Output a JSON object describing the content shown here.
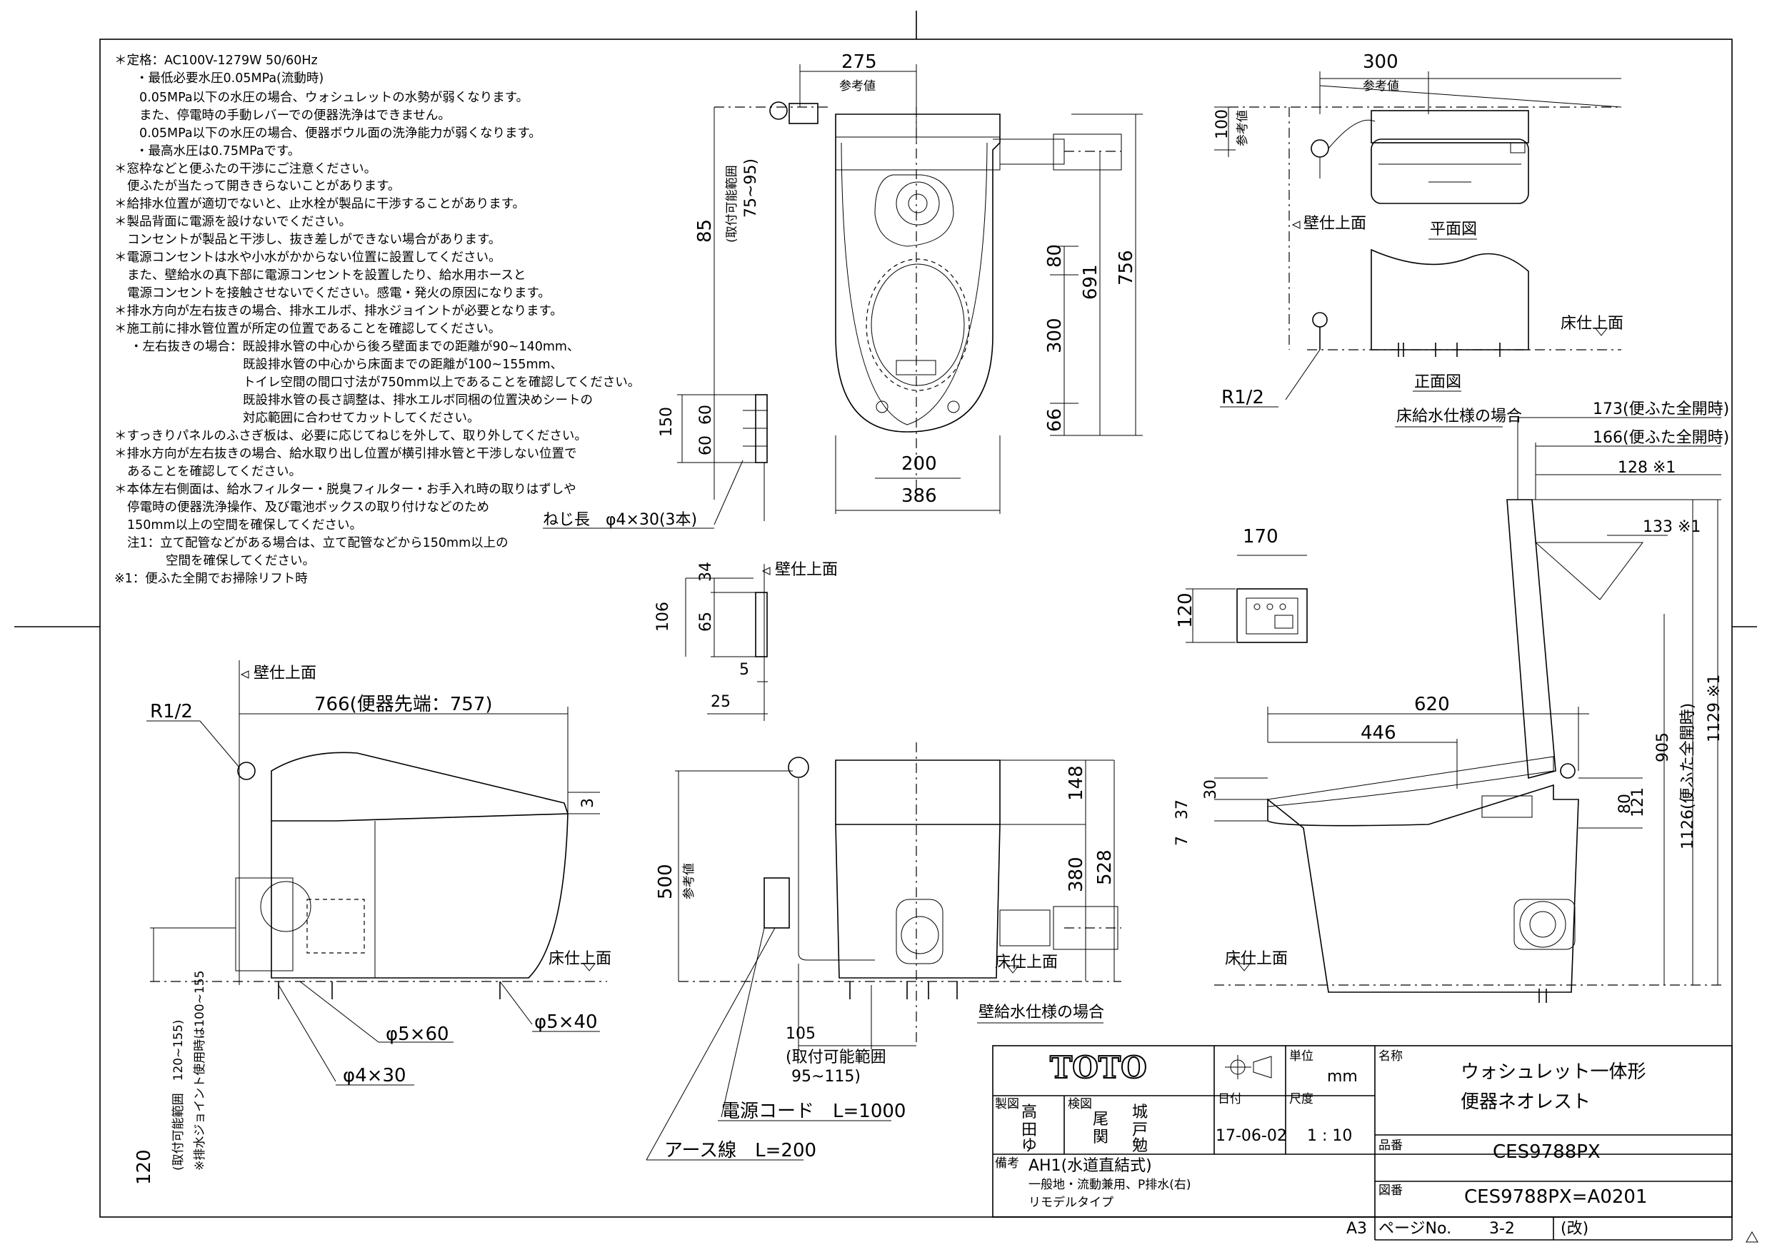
{
  "notes": [
    "＊定格：AC100V-1279W 50/60Hz",
    "・最低必要水圧0.05MPa(流動時)",
    "0.05MPa以下の水圧の場合、ウォシュレットの水勢が弱くなります。",
    "また、停電時の手動レバーでの便器洗浄はできません。",
    "0.05MPa以下の水圧の場合、便器ボウル面の洗浄能力が弱くなります。",
    "・最高水圧は0.75MPaです。",
    "＊窓枠などと便ふたの干渉にご注意ください。",
    "便ふたが当たって開ききらないことがあります。",
    "＊給排水位置が適切でないと、止水栓が製品に干渉することがあります。",
    "＊製品背面に電源を設けないでください。",
    "コンセントが製品と干渉し、抜き差しができない場合があります。",
    "＊電源コンセントは水や小水がかからない位置に設置してください。",
    "また、壁給水の真下部に電源コンセントを設置したり、給水用ホースと",
    "電源コンセントを接触させないでください。感電・発火の原因になります。",
    "＊排水方向が左右抜きの場合、排水エルボ、排水ジョイントが必要となります。",
    "＊施工前に排水管位置が所定の位置であることを確認してください。",
    "・左右抜きの場合：既設排水管の中心から後ろ壁面までの距離が90~140mm、",
    "既設排水管の中心から床面までの距離が100~155mm、",
    "トイレ空間の間口寸法が750mm以上であることを確認してください。",
    "既設排水管の長さ調整は、排水エルボ同梱の位置決めシートの",
    "対応範囲に合わせてカットしてください。",
    "＊すっきりパネルのふさぎ板は、必要に応じてねじを外して、取り外してください。",
    "＊排水方向が左右抜きの場合、給水取り出し位置が横引排水管と干渉しない位置で",
    "あることを確認してください。",
    "＊本体左右側面は、給水フィルター・脱臭フィルター・お手入れ時の取りはずしや",
    "停電時の便器洗浄操作、及び電池ボックスの取り付けなどのため",
    "150mm以上の空間を確保してください。",
    "注1：立て配管などがある場合は、立て配管などから150mm以上の",
    "空間を確保してください。",
    "※1：便ふた全開でお掃除リフト時"
  ],
  "dims": {
    "d275": "275",
    "ref1": "参考値",
    "d300": "300",
    "ref2": "参考値",
    "d85": "85",
    "range75": "(取付可能範囲",
    "range75b": "75~95)",
    "d80a": "80",
    "d691": "691",
    "d756": "756",
    "d300b": "300",
    "d66": "66",
    "d150": "150",
    "d60a": "60",
    "d60b": "60",
    "d200": "200",
    "d386": "386",
    "screw": "ねじ長　φ4×30(3本)",
    "d100": "100",
    "ref3": "参考値",
    "d173": "173(便ふた全開時)",
    "d166": "166(便ふた全開時)",
    "d128": "128 ※1",
    "d133": "133 ※1",
    "d170": "170",
    "d120": "120",
    "d34": "34",
    "d106": "106",
    "d65": "65",
    "d5": "5",
    "d25": "25",
    "d766": "766(便器先端：757)",
    "d3": "3",
    "d620": "620",
    "d446": "446",
    "d30": "30",
    "d37": "37",
    "d7": "7",
    "d80b": "80",
    "d121": "121",
    "d905": "905",
    "d1126": "1126(便ふた全開時)",
    "d1129": "1129 ※1",
    "d148": "148",
    "d380": "380",
    "d528": "528",
    "d500": "500",
    "ref4": "参考値",
    "d105": "105",
    "range95": "(取付可能範囲",
    "range95b": "95~115)",
    "cord": "電源コード　L=1000",
    "earth": "アース線　L=200",
    "phi560": "φ5×60",
    "phi540": "φ5×40",
    "phi430": "φ4×30",
    "range120": "(取付可能範囲　120~155)",
    "range100": "※排水ジョイント使用時は100~155",
    "d120b": "120",
    "r12a": "R1/2",
    "r12b": "R1/2"
  },
  "labels": {
    "wall_top1": "壁仕上面",
    "wall_top2": "壁仕上面",
    "wall_top3": "壁仕上面",
    "plan": "平面図",
    "front": "正面図",
    "floor1": "床仕上面",
    "floor2": "床仕上面",
    "floor3": "床仕上面",
    "floor4": "床仕上面",
    "floor_supply": "床給水仕様の場合",
    "wall_supply": "壁給水仕様の場合"
  },
  "title_block": {
    "brand": "TOTO",
    "unit_label": "単位",
    "unit": "mm",
    "name_label": "名称",
    "name1": "ウォシュレット一体形",
    "name2": "便器ネオレスト",
    "made_label": "製図",
    "made1": "高",
    "made2": "田",
    "made3": "ゆ",
    "check_label": "検図",
    "check1": "尾",
    "check2": "関",
    "check3": "城",
    "check4": "戸",
    "check5": "勉",
    "date_label": "日付",
    "date": "17-06-02",
    "scale_label": "尺度",
    "scale": "1 : 10",
    "model_label": "品番",
    "model": "CES9788PX",
    "remark_label": "備考",
    "remark1": "AH1(水道直結式)",
    "remark2": "一般地・流動兼用、P排水(右)",
    "remark3": "リモデルタイプ",
    "drawing_label": "図番",
    "drawing_no": "CES9788PX=A0201",
    "sheet": "A3",
    "page_label": "ページNo.",
    "page": "3-2",
    "rev": "(改)"
  }
}
